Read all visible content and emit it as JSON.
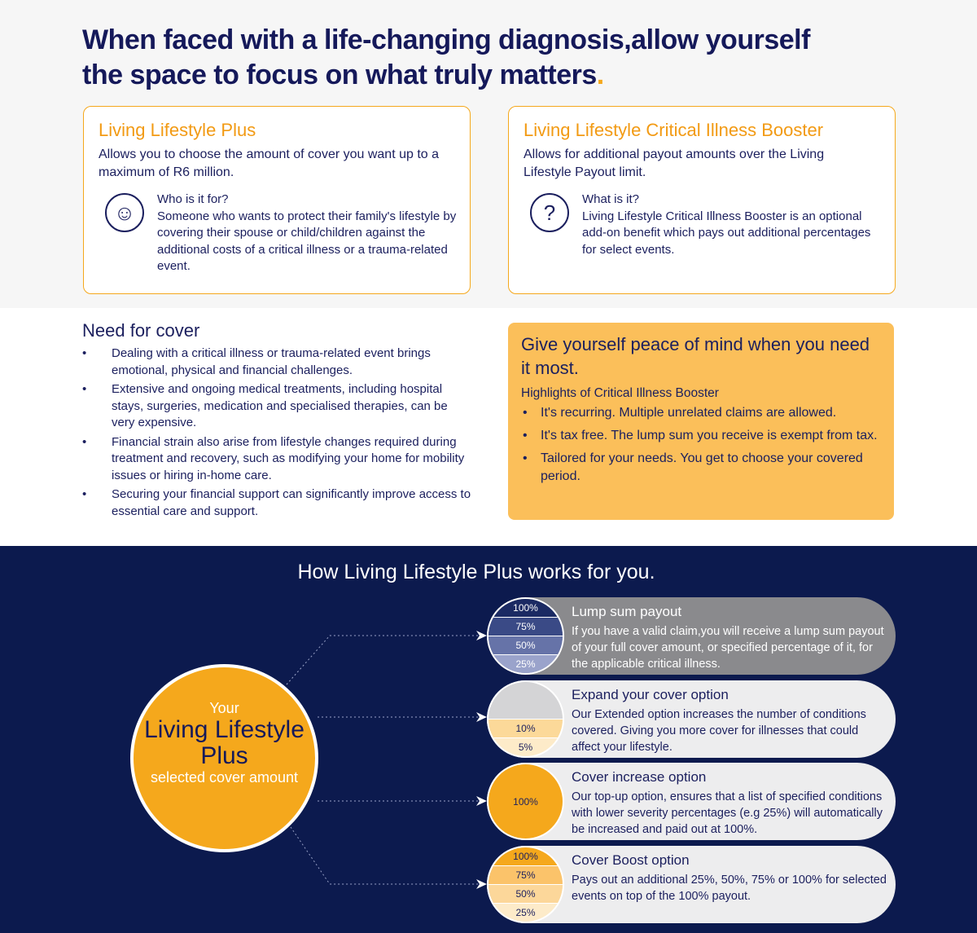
{
  "title": {
    "line1": "When faced with a life-changing diagnosis,allow yourself",
    "line2": "the space to focus on what truly matters",
    "dot": "."
  },
  "cards": [
    {
      "heading": "Living Lifestyle Plus",
      "sub": "Allows you to choose the amount of cover you want up to a maximum of R6 million.",
      "icon": "hand-person-icon",
      "q": "Who is it for?",
      "a": "Someone who wants to protect their family's lifestyle by covering their spouse or child/children against the additional costs of a critical illness or a trauma-related event."
    },
    {
      "heading": "Living Lifestyle Critical Illness Booster",
      "sub": "Allows for additional payout amounts over the Living Lifestyle Payout limit.",
      "icon": "question-icon",
      "q": "What is it?",
      "a": "Living Lifestyle Critical Illness Booster is an optional add-on benefit which pays out additional percentages for select events."
    }
  ],
  "need": {
    "heading": "Need for cover",
    "items": [
      "Dealing with a critical illness or trauma-related event brings emotional, physical and financial challenges.",
      "Extensive and ongoing medical treatments, including hospital stays, surgeries, medication and specialised therapies, can be very expensive.",
      "Financial strain also arise from lifestyle changes required during treatment and recovery, such as modifying your home for mobility issues or hiring in-home care.",
      "Securing your financial support can significantly improve access to essential care and support."
    ]
  },
  "peace": {
    "heading": "Give yourself peace of mind when you need it most.",
    "highlights": "Highlights of Critical Illness Booster",
    "items": [
      "It's recurring. Multiple unrelated claims are allowed.",
      "It's tax free. The lump sum you receive is exempt from tax.",
      "Tailored for your needs. You get to choose your covered period."
    ]
  },
  "how": {
    "title": "How Living Lifestyle Plus works for you.",
    "center": {
      "a": "Your",
      "b": "Living Lifestyle Plus",
      "c": "selected cover amount"
    },
    "options": [
      {
        "title": "Lump sum payout",
        "text": "If you have a valid claim,you will receive a lump sum payout of your full cover amount, or specified percentage of it, for the applicable critical illness.",
        "segments": [
          "100%",
          "75%",
          "50%",
          "25%"
        ]
      },
      {
        "title": "Expand your cover option",
        "text": "Our Extended option increases the number of conditions covered. Giving you more cover for illnesses that could affect your lifestyle.",
        "segments": [
          "",
          "10%",
          "5%"
        ]
      },
      {
        "title": "Cover increase option",
        "text": "Our top-up option, ensures that a list of specified conditions with lower severity percentages (e.g 25%) will automatically be increased and paid out at 100%.",
        "segments": [
          "100%"
        ]
      },
      {
        "title": "Cover Boost option",
        "text": "Pays out an additional 25%, 50%, 75% or 100% for selected events on top of the 100% payout.",
        "segments": [
          "100%",
          "75%",
          "50%",
          "25%"
        ]
      }
    ]
  },
  "colors": {
    "navy": "#0c1a4e",
    "orange": "#f5a81c",
    "peach": "#fbbf5a"
  }
}
